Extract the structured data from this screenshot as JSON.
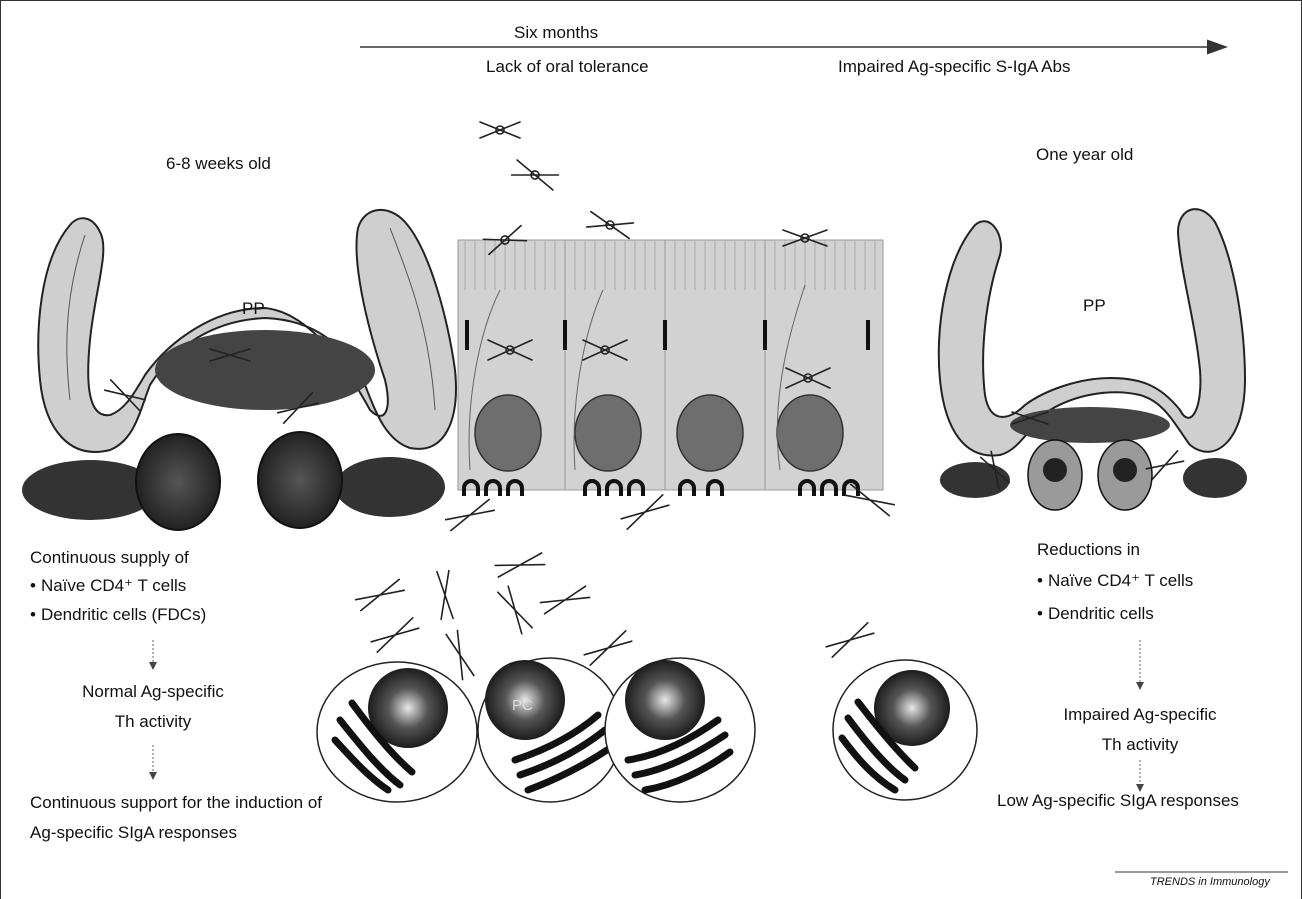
{
  "timeline": {
    "label": "Six months",
    "effect_left": "Lack of oral tolerance",
    "effect_right": "Impaired Ag-specific S-IgA Abs"
  },
  "left": {
    "age": "6-8 weeks old",
    "pp_label": "PP",
    "supply_heading": "Continuous supply of",
    "supply_items": [
      "Naïve CD4⁺ T cells",
      "Dendritic cells (FDCs)"
    ],
    "step1_line1": "Normal Ag-specific",
    "step1_line2": "Th activity",
    "step2_line1": "Continuous support for the induction of",
    "step2_line2": "Ag-specific SIgA responses"
  },
  "right": {
    "age": "One year old",
    "pp_label": "PP",
    "reduction_heading": "Reductions in",
    "reduction_items": [
      "Naïve CD4⁺ T cells",
      "Dendritic cells"
    ],
    "step1_line1": "Impaired Ag-specific",
    "step1_line2": "Th activity",
    "step2_line1": "Low Ag-specific SIgA responses"
  },
  "center": {
    "plasma_cell_label": "PC"
  },
  "credit": "TRENDS in Immunology",
  "colors": {
    "ink": "#111111",
    "epithelium": "#c8c8c8",
    "cell_fill": "#dcdcdc",
    "nucleus": "#6e6e6e",
    "follicle": "#3a3a3a"
  }
}
